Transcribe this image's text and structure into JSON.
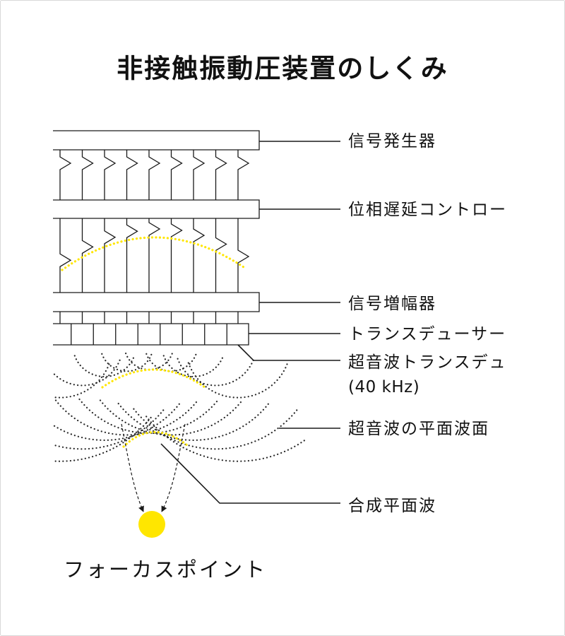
{
  "title": "非接触振動圧装置のしくみ",
  "labels": {
    "signal_generator": "信号発生器",
    "phase_delay_controller": "位相遅延コントロー",
    "signal_amplifier": "信号増幅器",
    "transducer": "トランスデューサー",
    "ultrasonic_transducer": "超音波トランスデュ",
    "ultrasonic_frequency": "(40 kHz)",
    "ultrasonic_plane_wavefront": "超音波の平面波面",
    "synthesized_plane_wave": "合成平面波",
    "focus_point": "フォーカスポイント"
  },
  "colors": {
    "ink": "#1a1a1a",
    "highlight_yellow": "#ffe600",
    "frame_border": "#d9d9d9",
    "background": "#ffffff"
  }
}
